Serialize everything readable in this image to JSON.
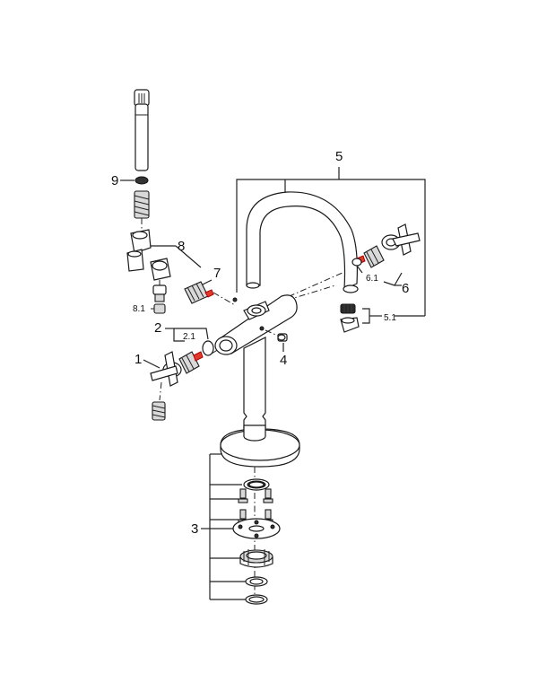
{
  "callouts": {
    "c1": "1",
    "c2": "2",
    "c2_1": "2.1",
    "c3": "3",
    "c4": "4",
    "c5": "5",
    "c5_1": "5.1",
    "c6": "6",
    "c6_1": "6.1",
    "c7": "7",
    "c8": "8",
    "c8_1": "8.1",
    "c9": "9"
  },
  "colors": {
    "outline": "#1a1a1a",
    "accent_red": "#e23a2a",
    "background": "#ffffff"
  }
}
